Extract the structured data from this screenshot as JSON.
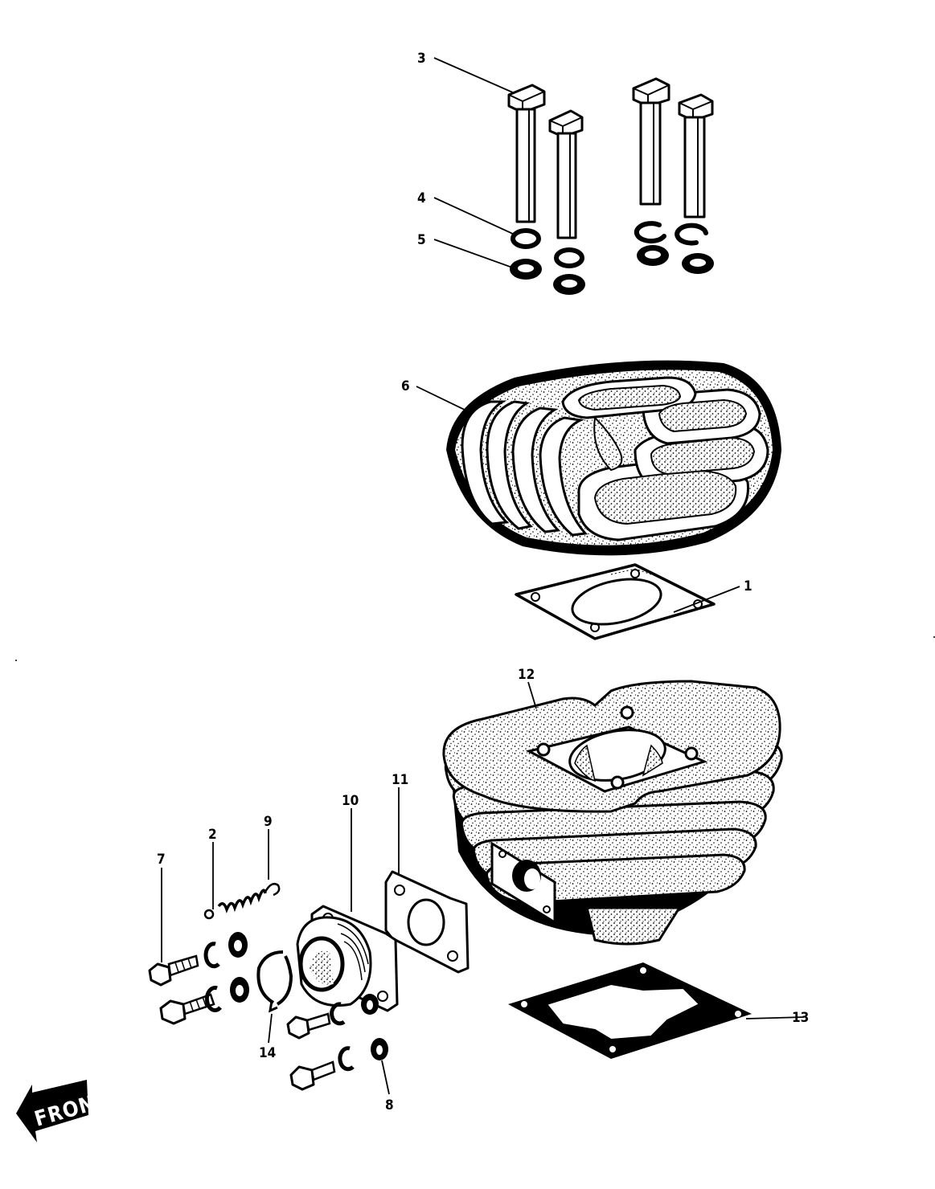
{
  "callouts": {
    "c1": "1",
    "c2": "2",
    "c3": "3",
    "c4": "4",
    "c5": "5",
    "c6": "6",
    "c7": "7",
    "c8": "8",
    "c9": "9",
    "c10": "10",
    "c11": "11",
    "c12": "12",
    "c13": "13",
    "c14": "14"
  },
  "front_label": "FRONT"
}
